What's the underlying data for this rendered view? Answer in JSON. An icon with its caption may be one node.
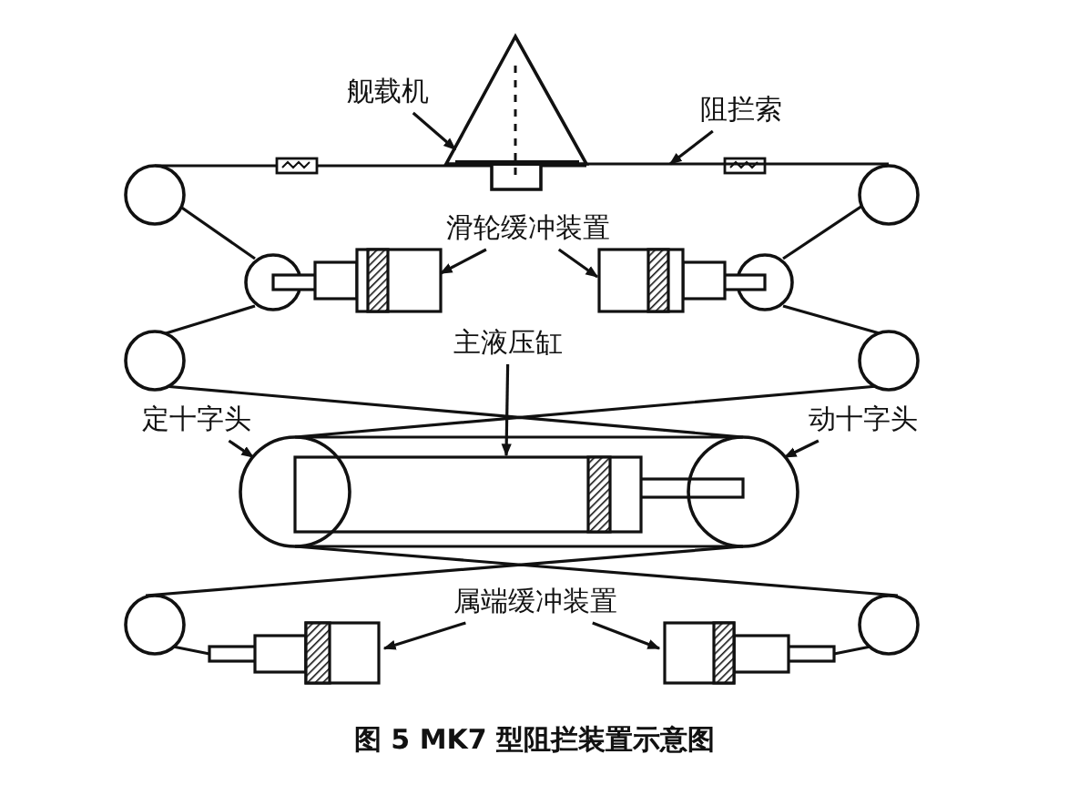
{
  "diagram": {
    "caption": "图 5 MK7 型阻拦装置示意图",
    "nodes": [
      {
        "text": [
          "舰载机"
        ]
      },
      {
        "text": [
          "阻拦索"
        ]
      },
      {
        "text": [
          "滑轮缓冲装置"
        ]
      },
      {
        "text": [
          "主液压缸"
        ]
      },
      {
        "text": [
          "定十字头"
        ]
      },
      {
        "text": [
          "动十字头"
        ]
      },
      {
        "text": [
          "属端缓冲装置"
        ]
      },
      {
        "text": [],
        "shape": "picture"
      },
      {
        "text": [],
        "shape": "line"
      },
      {
        "text": [],
        "shape": "cylinder"
      },
      {
        "text": [],
        "shape": "cylinder"
      },
      {
        "text": [],
        "shape": "cylinder"
      },
      {
        "text": [],
        "shape": "circle"
      },
      {
        "text": [],
        "shape": "circle"
      },
      {
        "text": [],
        "shape": "cylinder"
      },
      {
        "text": [],
        "shape": "cylinder"
      }
    ],
    "edges": [
      {
        "from": 0,
        "to": 7,
        "arrow": "to"
      },
      {
        "from": 1,
        "to": 8,
        "arrow": "to"
      },
      {
        "from": 2,
        "to": 9,
        "arrow": "to"
      },
      {
        "from": 2,
        "to": 10,
        "arrow": "to"
      },
      {
        "from": 3,
        "to": 11,
        "arrow": "to"
      },
      {
        "from": 4,
        "to": 12,
        "arrow": "to"
      },
      {
        "from": 5,
        "to": 13,
        "arrow": "to"
      },
      {
        "from": 6,
        "to": 14,
        "arrow": "to"
      },
      {
        "from": 6,
        "to": 15,
        "arrow": "to"
      }
    ]
  }
}
